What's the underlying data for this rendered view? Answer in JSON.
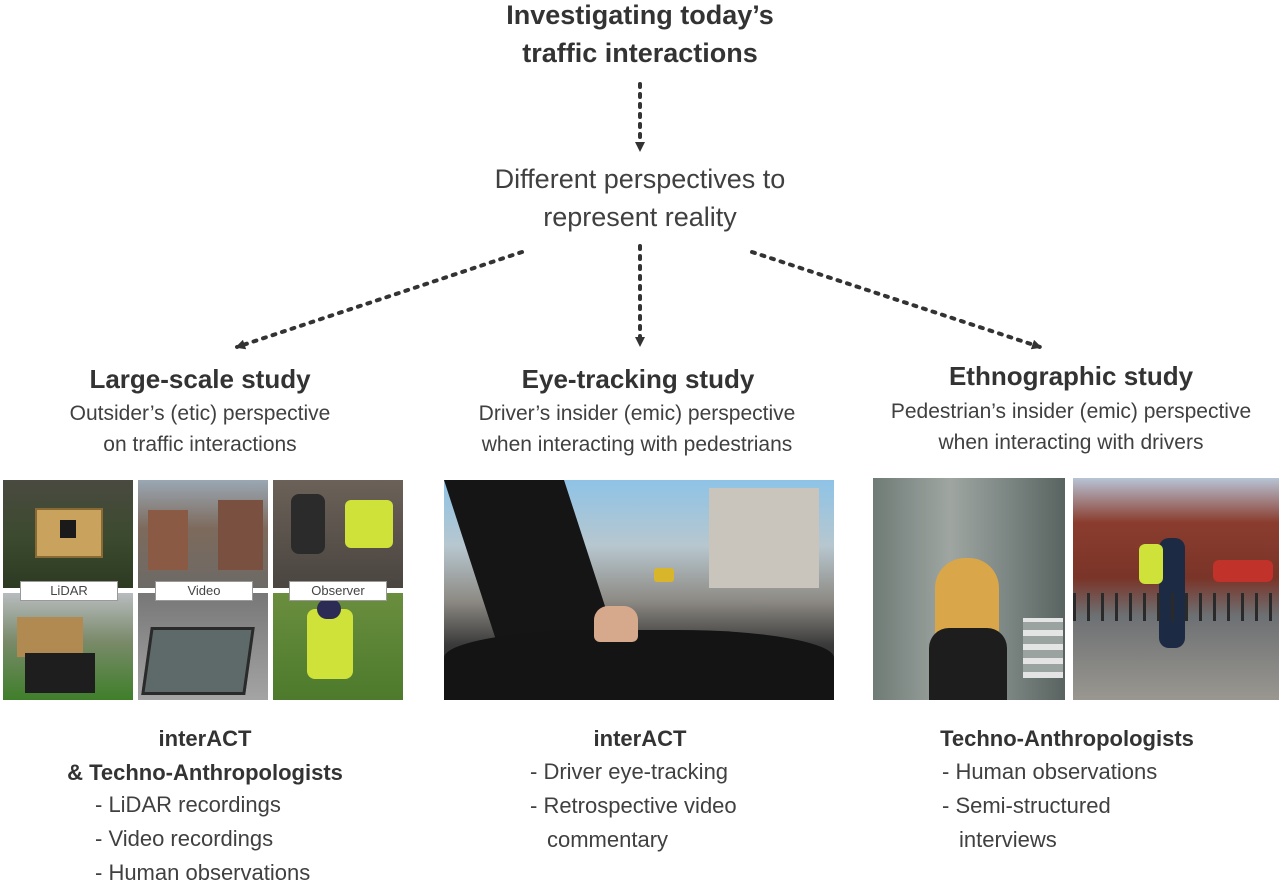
{
  "header": {
    "title_line1": "Investigating today’s",
    "title_line2": "traffic interactions",
    "subtitle_line1": "Different perspectives to",
    "subtitle_line2": "represent reality"
  },
  "columns": [
    {
      "title": "Large-scale study",
      "desc_line1": "Outsider’s (etic) perspective",
      "desc_line2": "on traffic interactions",
      "photo_labels": [
        "LiDAR",
        "Video",
        "Observer"
      ],
      "who_line1": "interACT",
      "who_line2": "& Techno-Anthropologists",
      "items": [
        "- LiDAR recordings",
        "- Video recordings",
        "- Human observations"
      ]
    },
    {
      "title": "Eye-tracking study",
      "desc_line1": "Driver’s insider (emic) perspective",
      "desc_line2": "when interacting with pedestrians",
      "who_line1": "interACT",
      "items": [
        "- Driver eye-tracking",
        "- Retrospective video",
        "commentary"
      ]
    },
    {
      "title": "Ethnographic study",
      "desc_line1": "Pedestrian’s insider (emic) perspective",
      "desc_line2": "when interacting with drivers",
      "who_line1": "Techno-Anthropologists",
      "items": [
        "- Human observations",
        "- Semi-structured",
        "interviews"
      ]
    }
  ]
}
